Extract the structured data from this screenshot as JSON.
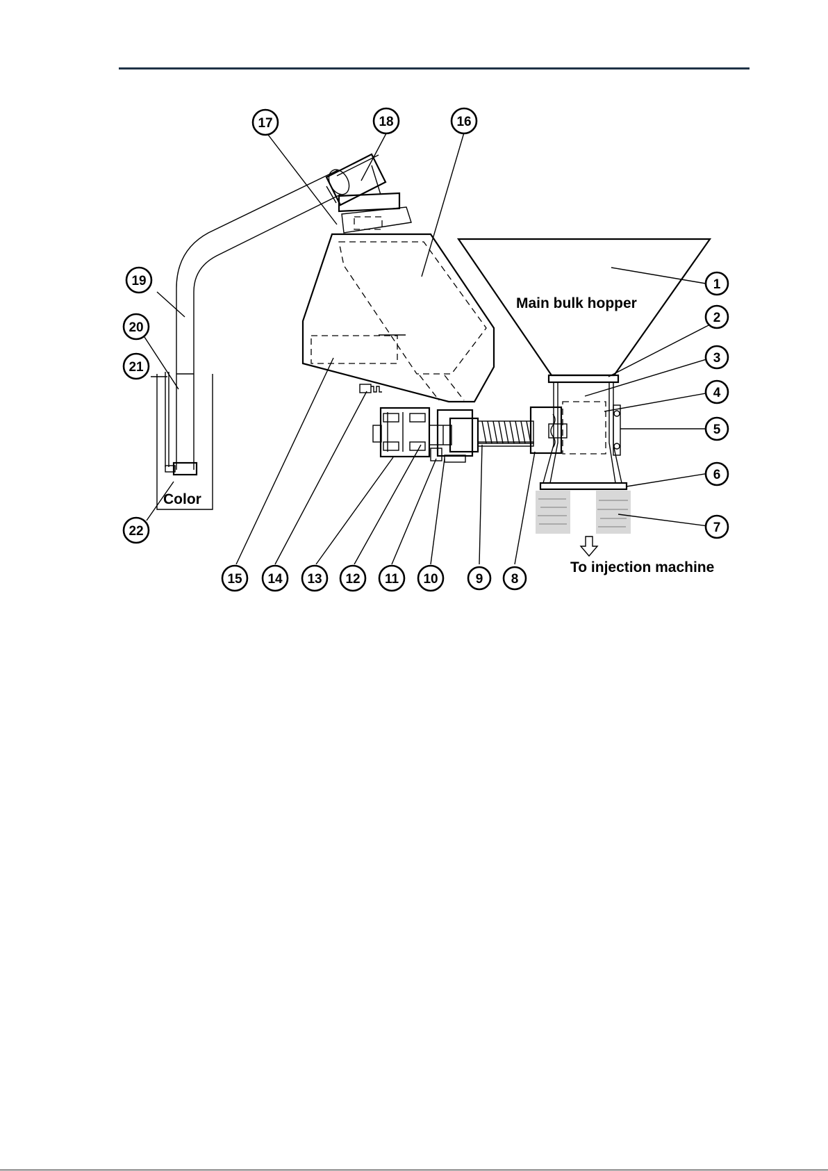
{
  "labels": {
    "main_hopper": "Main bulk hopper",
    "color": "Color",
    "destination": "To injection machine"
  },
  "callouts": [
    "1",
    "2",
    "3",
    "4",
    "5",
    "6",
    "7",
    "8",
    "9",
    "10",
    "11",
    "12",
    "13",
    "14",
    "15",
    "16",
    "17",
    "18",
    "19",
    "20",
    "21",
    "22"
  ]
}
